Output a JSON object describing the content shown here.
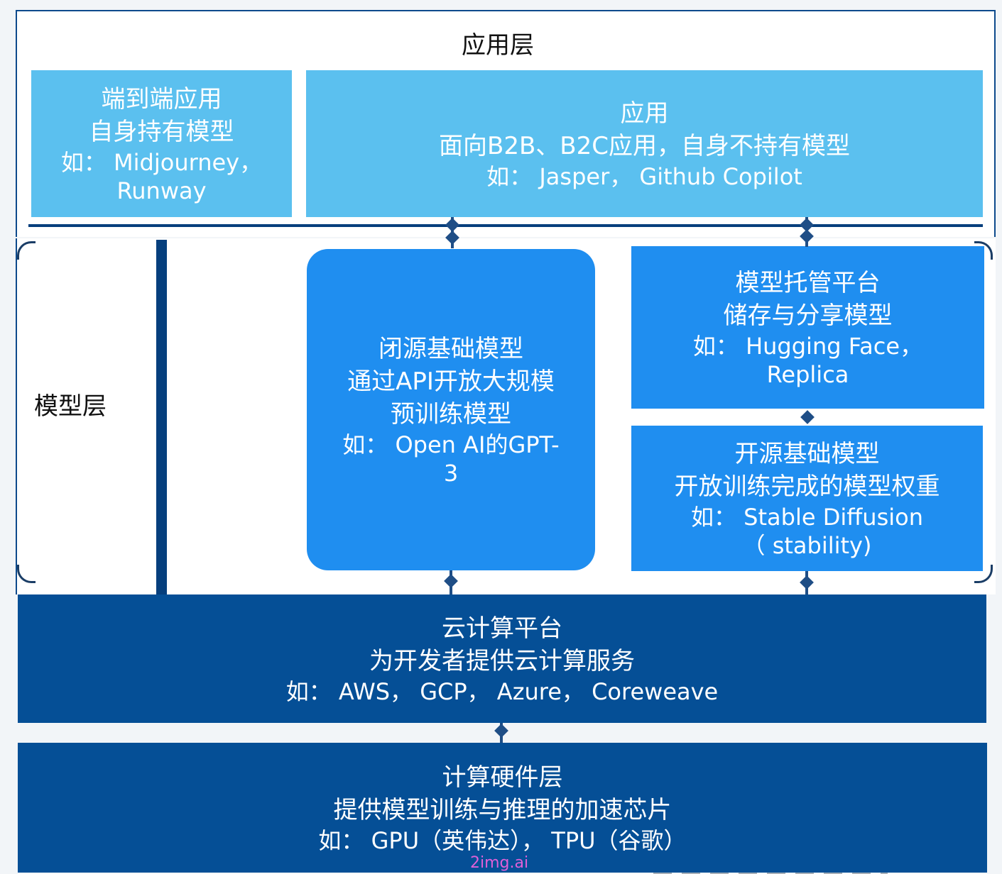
{
  "app_layer": {
    "title": "应用层",
    "end_to_end": {
      "title": "端到端应用",
      "desc": "自身持有模型",
      "example_line1": "如： Midjourney，",
      "example_line2": "Runway"
    },
    "apps": {
      "title": "应用",
      "desc": "面向B2B、B2C应用，自身不持有模型",
      "example": "如： Jasper， Github Copilot"
    }
  },
  "model_layer": {
    "title": "模型层",
    "closed_source": {
      "title": "闭源基础模型",
      "desc_line1": "通过API开放大规模",
      "desc_line2": "预训练模型",
      "example_line1": "如： Open AI的GPT-",
      "example_line2": "3"
    },
    "hosting": {
      "title": "模型托管平台",
      "desc": "储存与分享模型",
      "example_line1": "如： Hugging Face，",
      "example_line2": "Replica"
    },
    "open_source": {
      "title": "开源基础模型",
      "desc": "开放训练完成的模型权重",
      "example_line1": "如： Stable Diffusion",
      "example_line2": "（ stability)"
    }
  },
  "cloud": {
    "title": "云计算平台",
    "desc": "为开发者提供云计算服务",
    "example": "如： AWS， GCP， Azure， Coreweave"
  },
  "hardware": {
    "title": "计算硬件层",
    "desc": "提供模型训练与推理的加速芯片",
    "example": "如：  GPU（英伟达）， TPU（谷歌）"
  },
  "watermark": "2img.ai",
  "colors": {
    "light_blue": "#5bc0ef",
    "mid_blue": "#1f8ef0",
    "dark_blue": "#054f96",
    "line": "#063f7d"
  }
}
